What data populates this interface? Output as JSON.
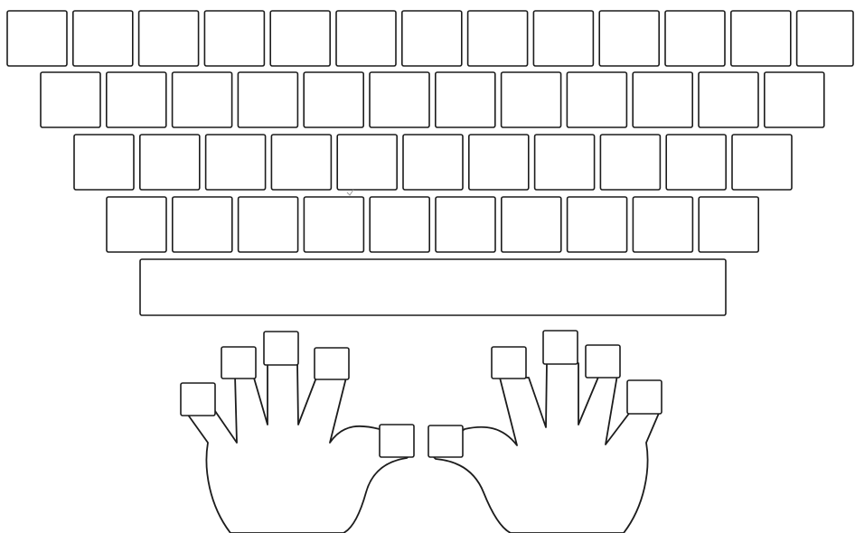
{
  "keyboard": {
    "rows": [
      {
        "name": "number-row",
        "key_count": 13
      },
      {
        "name": "top-letter-row",
        "key_count": 12
      },
      {
        "name": "home-row",
        "key_count": 11
      },
      {
        "name": "bottom-letter-row",
        "key_count": 10
      }
    ],
    "space_bar": true
  },
  "hands": {
    "left": {
      "fingers": [
        "pinky",
        "ring",
        "middle",
        "index",
        "thumb"
      ]
    },
    "right": {
      "fingers": [
        "thumb",
        "index",
        "middle",
        "ring",
        "pinky"
      ]
    }
  },
  "colors": {
    "outline": "#1c1c1c",
    "fill": "#ffffff"
  }
}
